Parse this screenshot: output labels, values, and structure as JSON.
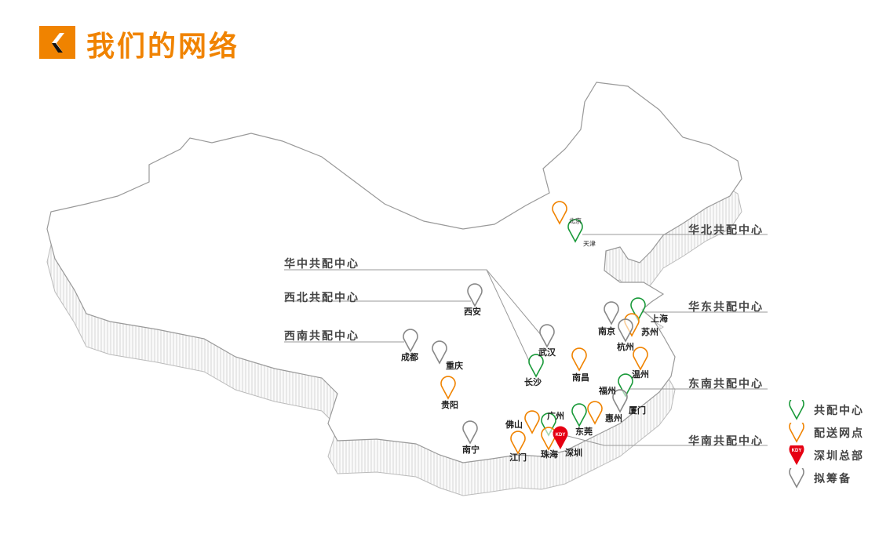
{
  "header": {
    "title": "我们的网络"
  },
  "colors": {
    "accent": "#f08300",
    "hub": "#1a9a3a",
    "delivery": "#f08300",
    "hq": "#e60012",
    "planned": "#888888"
  },
  "hubs": [
    {
      "label": "华北共配中心"
    },
    {
      "label": "华中共配中心"
    },
    {
      "label": "西北共配中心"
    },
    {
      "label": "西南共配中心"
    },
    {
      "label": "华东共配中心"
    },
    {
      "label": "东南共配中心"
    },
    {
      "label": "华南共配中心"
    }
  ],
  "cities": [
    {
      "name": "北京",
      "type": "delivery"
    },
    {
      "name": "天津",
      "type": "hub"
    },
    {
      "name": "西安",
      "type": "planned"
    },
    {
      "name": "武汉",
      "type": "planned"
    },
    {
      "name": "成都",
      "type": "planned"
    },
    {
      "name": "重庆",
      "type": "planned"
    },
    {
      "name": "长沙",
      "type": "hub"
    },
    {
      "name": "南昌",
      "type": "delivery"
    },
    {
      "name": "贵阳",
      "type": "delivery"
    },
    {
      "name": "南宁",
      "type": "planned"
    },
    {
      "name": "南京",
      "type": "planned"
    },
    {
      "name": "上海",
      "type": "hub"
    },
    {
      "name": "苏州",
      "type": "delivery"
    },
    {
      "name": "杭州",
      "type": "planned"
    },
    {
      "name": "温州",
      "type": "delivery"
    },
    {
      "name": "福州",
      "type": "hub"
    },
    {
      "name": "厦门",
      "type": "planned"
    },
    {
      "name": "惠州",
      "type": "delivery"
    },
    {
      "name": "东莞",
      "type": "hub"
    },
    {
      "name": "广州",
      "type": "hub"
    },
    {
      "name": "佛山",
      "type": "delivery"
    },
    {
      "name": "江门",
      "type": "delivery"
    },
    {
      "name": "珠海",
      "type": "delivery"
    },
    {
      "name": "深圳",
      "type": "hq"
    }
  ],
  "hq_badge": "KDY",
  "legend": [
    {
      "label": "共配中心",
      "type": "hub"
    },
    {
      "label": "配送网点",
      "type": "delivery"
    },
    {
      "label": "深圳总部",
      "type": "hq"
    },
    {
      "label": "拟筹备",
      "type": "planned"
    }
  ]
}
